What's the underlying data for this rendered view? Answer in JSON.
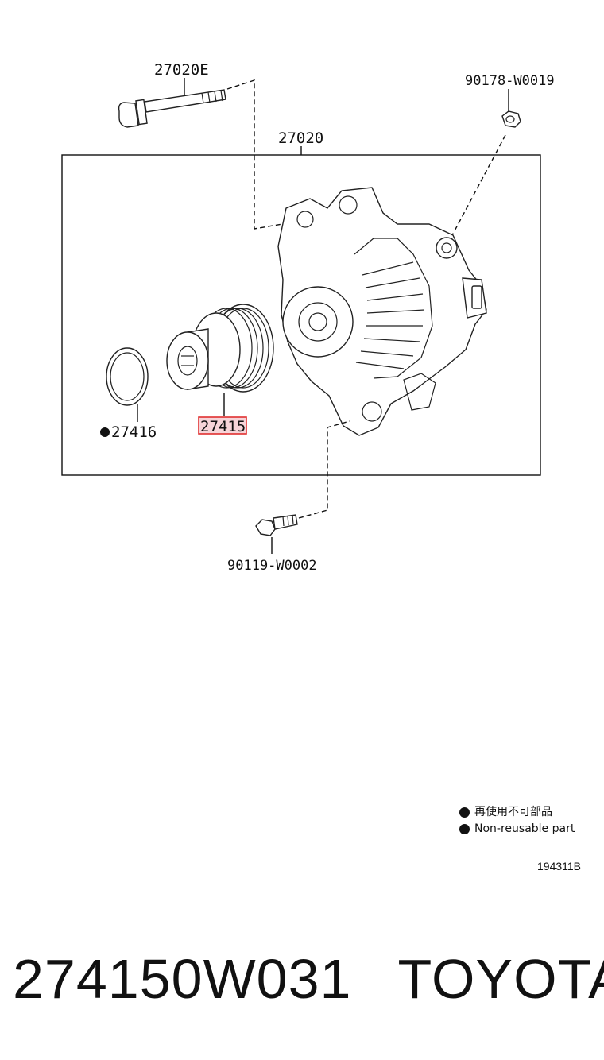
{
  "labels": {
    "bolt_top": "27020E",
    "nut": "90178-W0019",
    "assembly": "27020",
    "pulley": "27415",
    "ring": "27416",
    "bolt_bottom": "90119-W0002"
  },
  "legend": {
    "jp": "再使用不可部品",
    "en": "Non-reusable part"
  },
  "drawing_code": "194311B",
  "footer": {
    "part_number": "274150W031",
    "brand": "TOYOTA"
  },
  "colors": {
    "highlight_border": "#e03030",
    "highlight_fill": "#f6d4d8"
  }
}
